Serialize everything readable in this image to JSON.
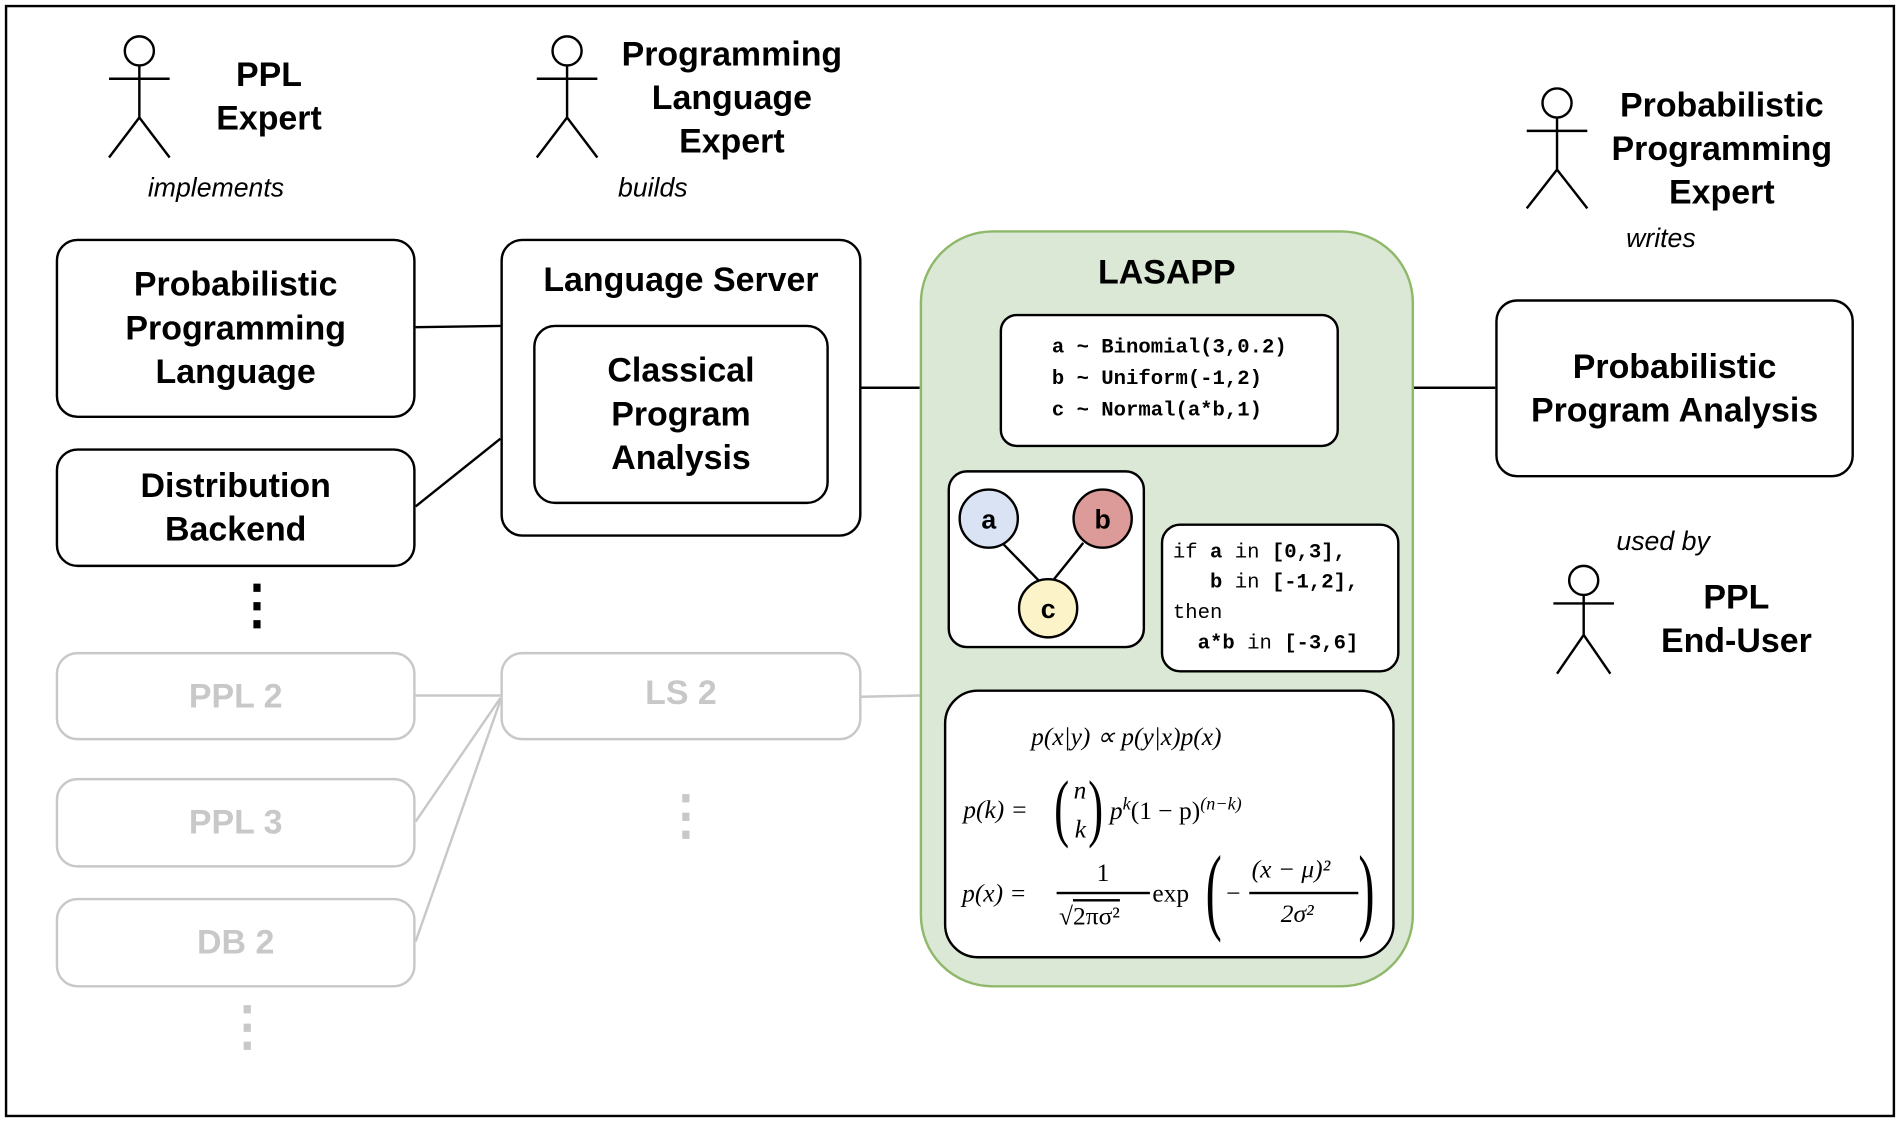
{
  "actors": {
    "ppl_expert": {
      "name": [
        "PPL",
        "Expert"
      ],
      "role": "implements"
    },
    "pl_expert": {
      "name": [
        "Programming",
        "Language",
        "Expert"
      ],
      "role": "builds"
    },
    "pp_expert": {
      "name": [
        "Probabilistic",
        "Programming",
        "Expert"
      ],
      "role": "writes"
    },
    "end_user": {
      "name": [
        "PPL",
        "End-User"
      ],
      "role": "used by"
    }
  },
  "boxes": {
    "ppl": [
      "Probabilistic",
      "Programming",
      "Language"
    ],
    "db": [
      "Distribution",
      "Backend"
    ],
    "ppl2": "PPL 2",
    "ppl3": "PPL 3",
    "db2": "DB 2",
    "ls": "Language Server",
    "cpa": [
      "Classical",
      "Program",
      "Analysis"
    ],
    "ls2": "LS 2",
    "ppa": [
      "Probabilistic",
      "Program Analysis"
    ]
  },
  "lasapp": {
    "title": "LASAPP",
    "code": [
      "a ~ Binomial(3,0.2)",
      "b ~ Uniform(-1,2)",
      "c ~ Normal(a*b,1)"
    ],
    "graph_nodes": [
      {
        "label": "a",
        "color": "#dae3f3"
      },
      {
        "label": "b",
        "color": "#dc9a98"
      },
      {
        "label": "c",
        "color": "#fcf3c8"
      }
    ],
    "interval": {
      "kw_if": "if",
      "a": "a",
      "in": "in",
      "a_range": "[0,3],",
      "b": "b",
      "b_range": "[-1,2],",
      "kw_then": "then",
      "ab": "a*b",
      "ab_range": "[-3,6]"
    },
    "formulas": {
      "bayes": "p(x|y) ∝ p(y|x)p(x)",
      "binom_lhs": "p(k) =",
      "binom_n": "n",
      "binom_k": "k",
      "binom_rhs": "p",
      "binom_exp": "k",
      "binom_rest": "(1 − p)",
      "binom_exp2": "(n−k)",
      "normal_lhs": "p(x) =",
      "normal_num": "1",
      "normal_den": "2πσ²",
      "normal_exp": "exp",
      "normal_inner_num": "(x − μ)²",
      "normal_inner_den": "2σ²",
      "normal_minus": "−"
    }
  },
  "colors": {
    "green_fill": "#dae8d5",
    "green_stroke": "#8fb86a",
    "inactive": "#c8c8c8"
  }
}
